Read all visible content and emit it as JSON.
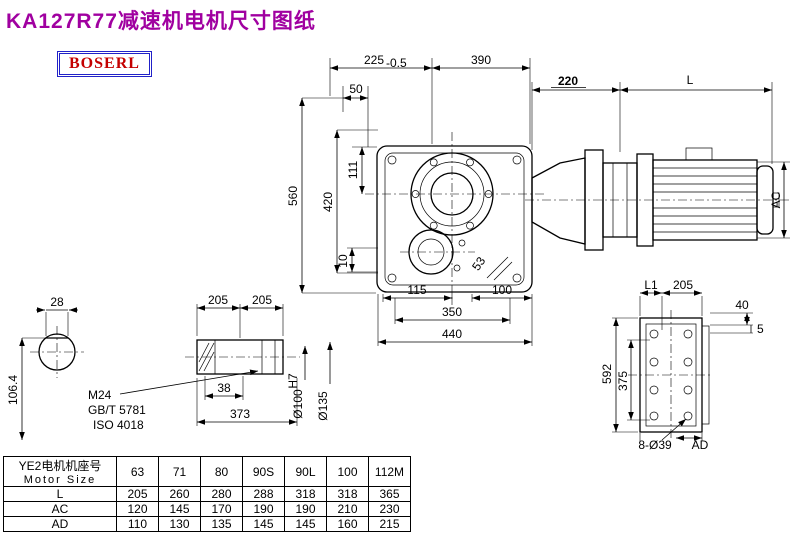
{
  "page": {
    "title": "KA127R77减速机电机尺寸图纸",
    "logo": "BOSERL"
  },
  "dims": {
    "d225": "225",
    "d225tol": "-0.5",
    "d390": "390",
    "d220": "220",
    "dL": "L",
    "d50": "50",
    "d111": "111",
    "d560": "560",
    "d420": "420",
    "d10": "10",
    "d115": "115",
    "d53": "53",
    "d100": "100",
    "d350": "350",
    "d440": "440",
    "dAC": "AC",
    "d28": "28",
    "d205a": "205",
    "d205b": "205",
    "d106": "106.4",
    "m24": "M24",
    "gb": "GB/T 5781",
    "iso": "ISO 4018",
    "d38": "38",
    "d373": "373",
    "bore": "Ø100",
    "boreTol": "H7",
    "d135": "Ø135",
    "dL1": "L1",
    "d205r": "205",
    "d40": "40",
    "d5": "5",
    "d592": "592",
    "d375": "375",
    "holes": "8-Ø39",
    "dAD": "AD"
  },
  "table": {
    "header_label_cn": "YE2电机机座号",
    "header_label_en": "Motor Size",
    "columns": [
      "63",
      "71",
      "80",
      "90S",
      "90L",
      "100",
      "112M"
    ],
    "rows": [
      {
        "label": "L",
        "values": [
          "205",
          "260",
          "280",
          "288",
          "318",
          "318",
          "365"
        ]
      },
      {
        "label": "AC",
        "values": [
          "120",
          "145",
          "170",
          "190",
          "190",
          "210",
          "230"
        ]
      },
      {
        "label": "AD",
        "values": [
          "110",
          "130",
          "135",
          "145",
          "145",
          "160",
          "215"
        ]
      }
    ]
  }
}
